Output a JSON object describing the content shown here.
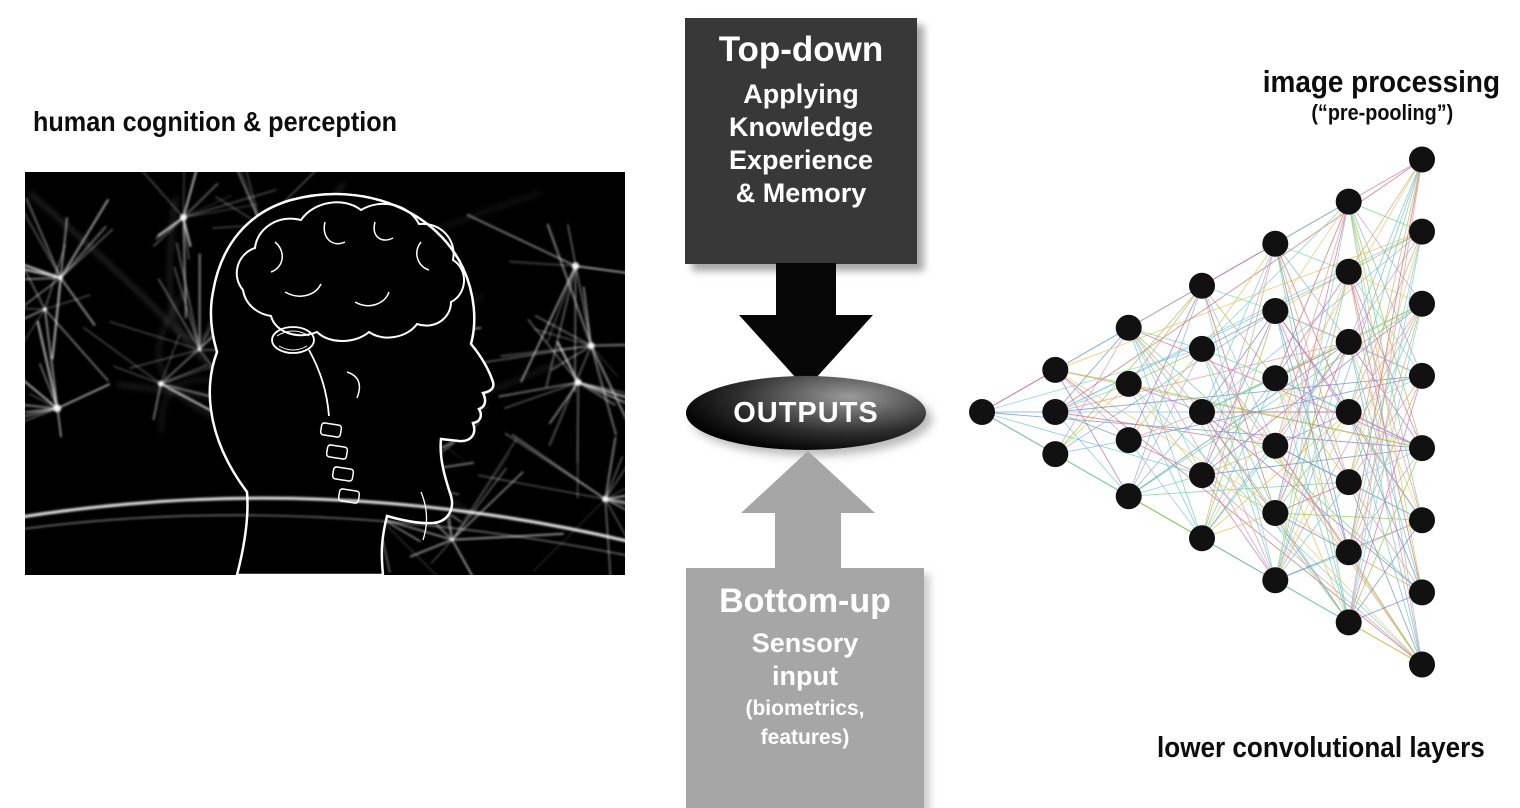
{
  "left": {
    "label": "human cognition & perception"
  },
  "center": {
    "top_box": {
      "title": "Top-down",
      "lines": [
        "Applying",
        "Knowledge",
        "Experience",
        "& Memory"
      ],
      "color": "#383838"
    },
    "down_arrow_color": "#060606",
    "output": {
      "label": "OUTPUTS",
      "color": "#000000"
    },
    "up_arrow_color": "#a6a6a6",
    "bottom_box": {
      "title": "Bottom-up",
      "lines": [
        "Sensory",
        "input"
      ],
      "note_lines": [
        "(biometrics,",
        "features)"
      ],
      "color": "#a6a6a6"
    }
  },
  "right": {
    "top_label": "image processing",
    "top_sublabel": "(“pre-pooling”)",
    "bottom_label": "lower convolutional layers",
    "network": {
      "columns": [
        1,
        3,
        4,
        5,
        6,
        7,
        8
      ],
      "node_color": "#111111",
      "node_radius": 13,
      "edge_palette": [
        "#d46a6a",
        "#6ad48b",
        "#6a8bd4",
        "#d4a86a",
        "#a86ad4",
        "#6ac8d4",
        "#d46ab4",
        "#96c93d",
        "#e0c34a",
        "#7fb3d5",
        "#c39bd3",
        "#76d7c4",
        "#f1948a",
        "#85c1e9",
        "#f8c471"
      ]
    }
  }
}
